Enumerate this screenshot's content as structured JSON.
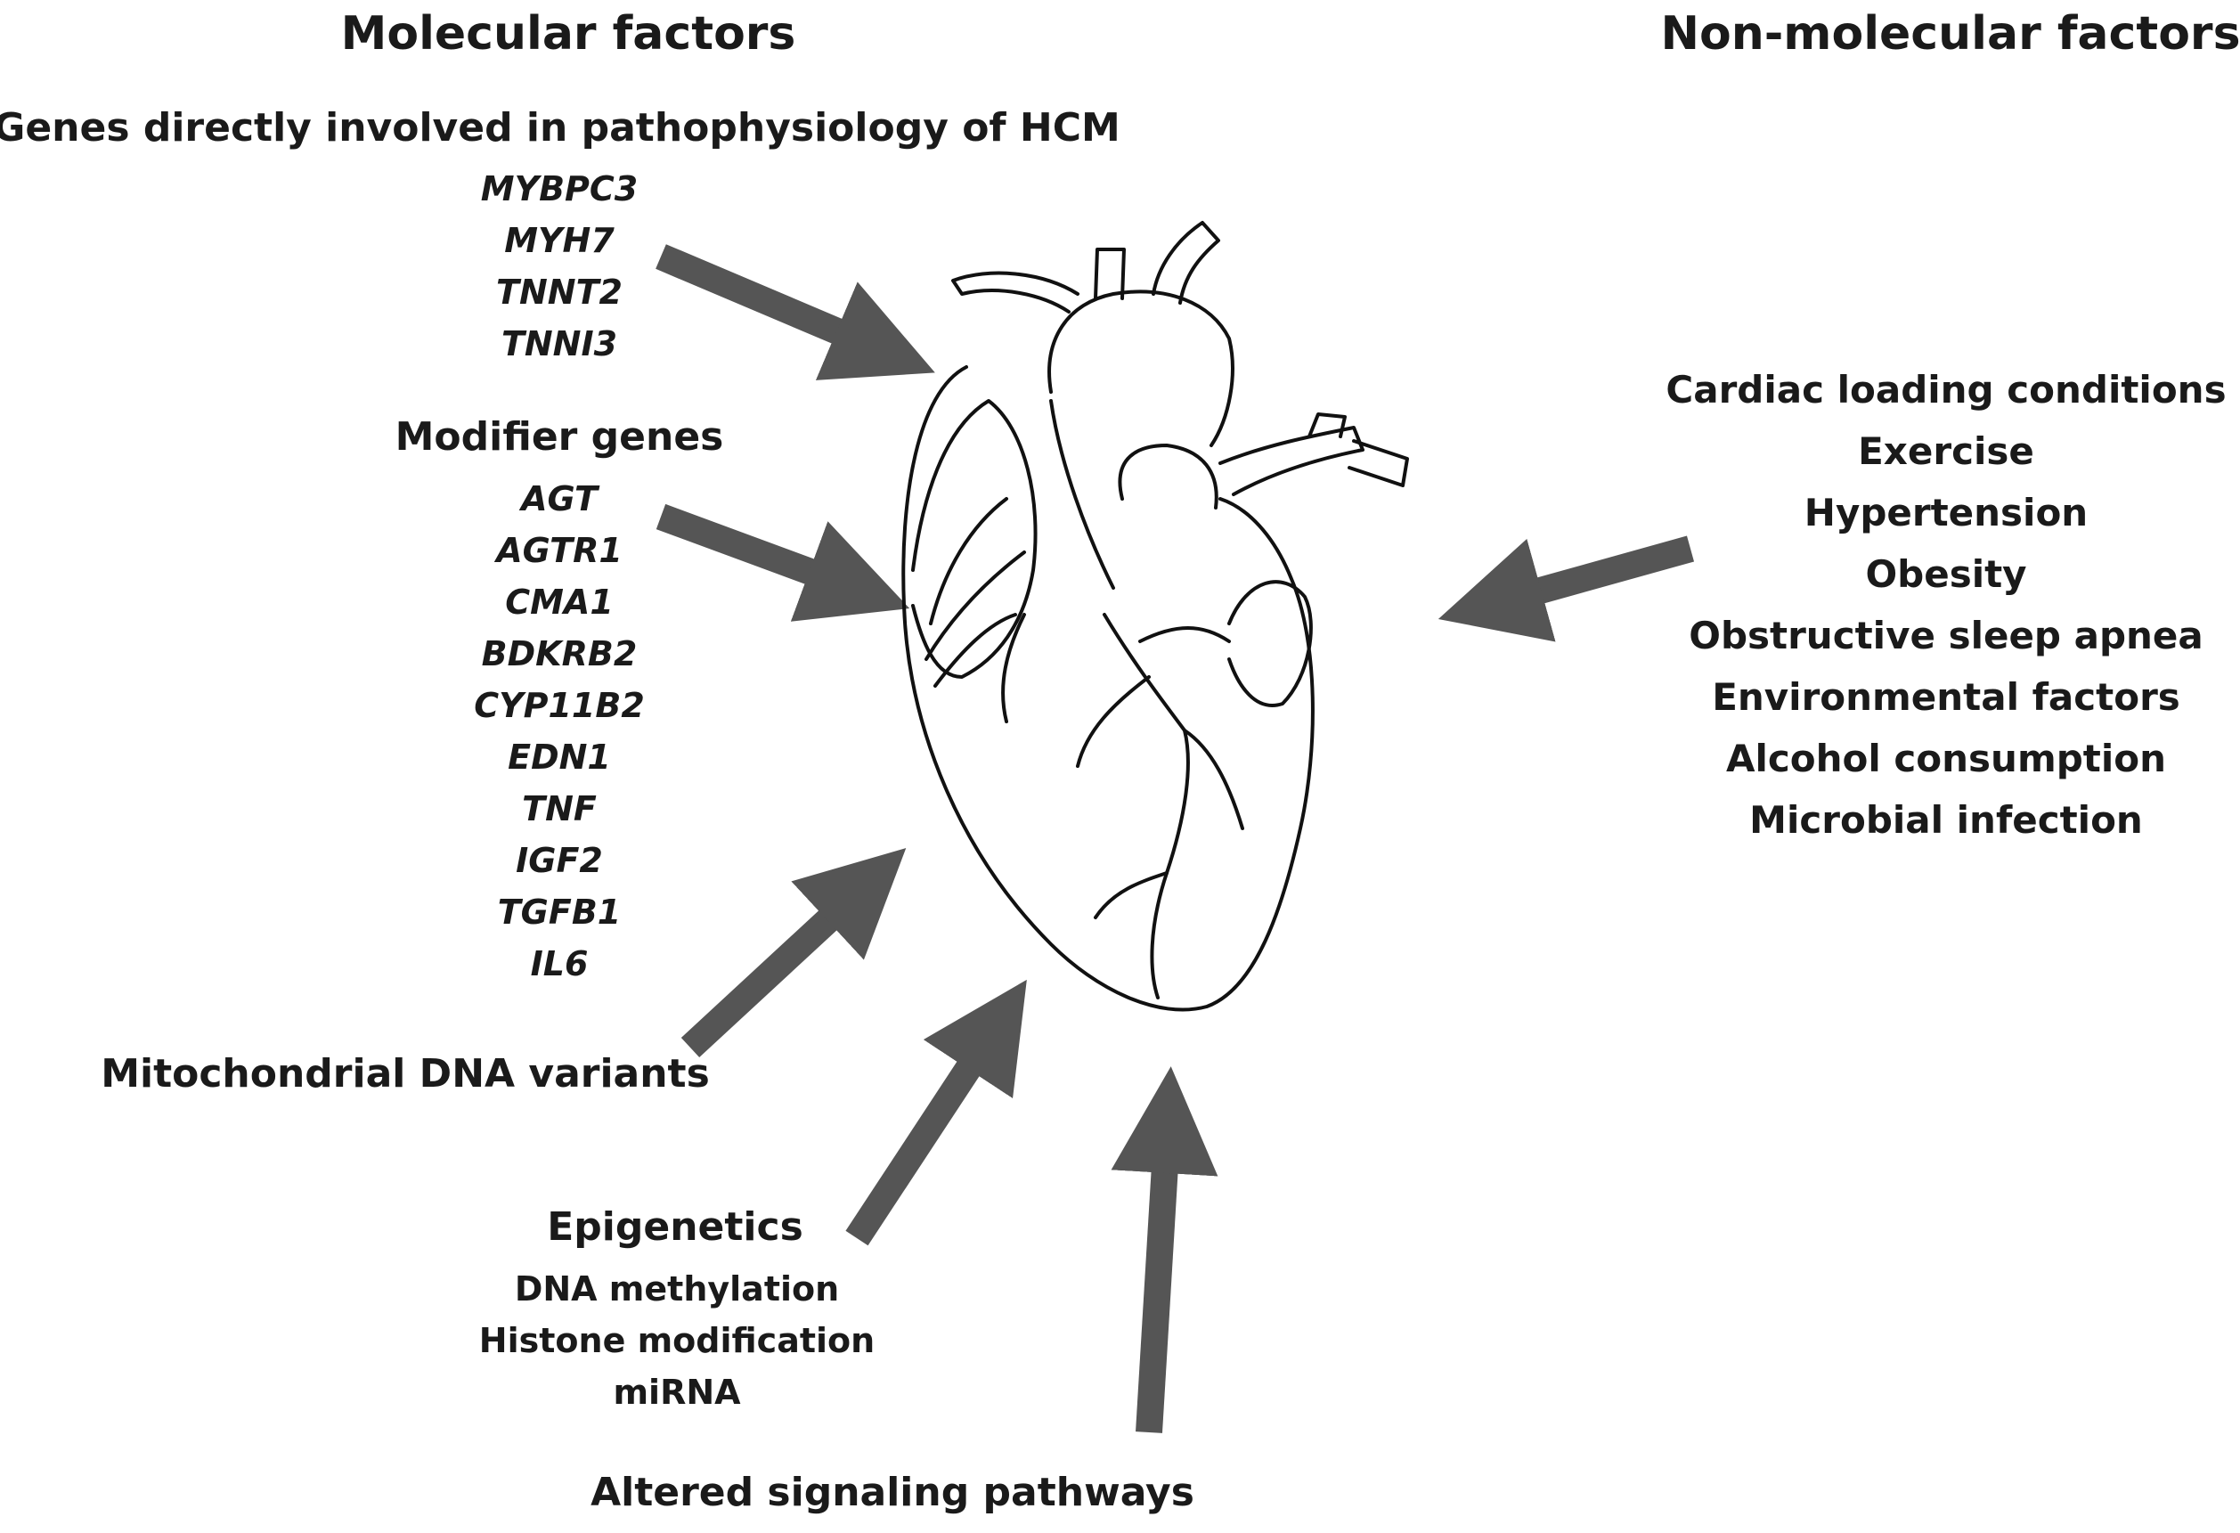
{
  "headers": {
    "molecular": "Molecular factors",
    "non_molecular": "Non-molecular factors"
  },
  "genes_direct": {
    "title": "Genes directly involved in pathophysiology of HCM",
    "items": [
      "MYBPC3",
      "MYH7",
      "TNNT2",
      "TNNI3"
    ]
  },
  "modifier_genes": {
    "title": "Modifier genes",
    "items": [
      "AGT",
      "AGTR1",
      "CMA1",
      "BDKRB2",
      "CYP11B2",
      "EDN1",
      "TNF",
      "IGF2",
      "TGFB1",
      "IL6"
    ]
  },
  "mito": {
    "title": "Mitochondrial DNA variants"
  },
  "epigenetics": {
    "title": "Epigenetics",
    "items": [
      "DNA methylation",
      "Histone modification",
      "miRNA"
    ]
  },
  "signaling": {
    "title": "Altered signaling pathways"
  },
  "non_molecular_items": [
    "Cardiac loading conditions",
    "Exercise",
    "Hypertension",
    "Obesity",
    "Obstructive sleep apnea",
    "Environmental factors",
    "Alcohol consumption",
    "Microbial infection"
  ],
  "colors": {
    "arrow": "#555555",
    "text": "#1a1a1a",
    "heart_line": "#111111"
  },
  "icons": {
    "center": "anatomical-heart-icon"
  }
}
